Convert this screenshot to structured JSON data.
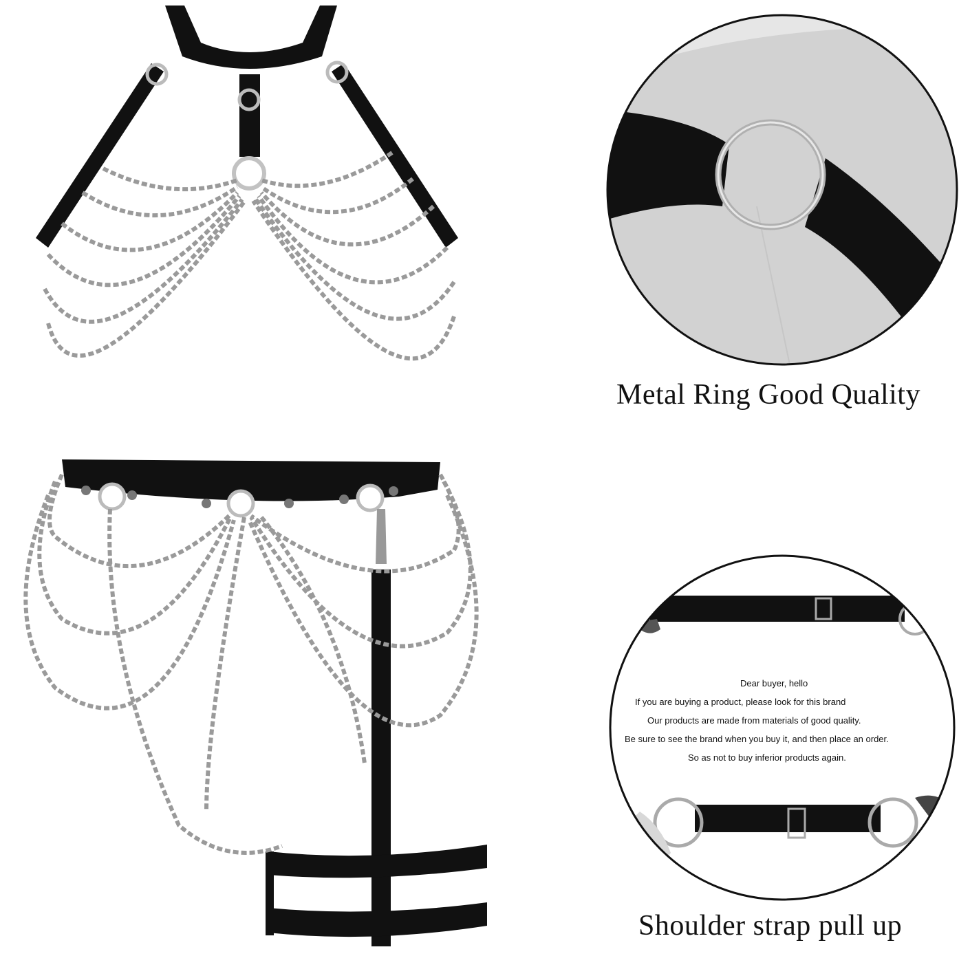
{
  "colors": {
    "background": "#ffffff",
    "strap": "#111111",
    "chain": "#9a9a9a",
    "ring": "#bdbdbd",
    "detail_bg": "#d6d6d6",
    "circle_border": "#111111"
  },
  "captions": {
    "ring_caption": "Metal Ring Good Quality",
    "strap_caption": "Shoulder strap pull up"
  },
  "buyer_note": {
    "lines": [
      "Dear buyer, hello",
      "If you are buying a product, please look for this brand",
      "Our products are made from materials of good quality.",
      "Be sure to see the brand when you buy it, and then place an order.",
      "So as not to buy inferior products again."
    ]
  }
}
